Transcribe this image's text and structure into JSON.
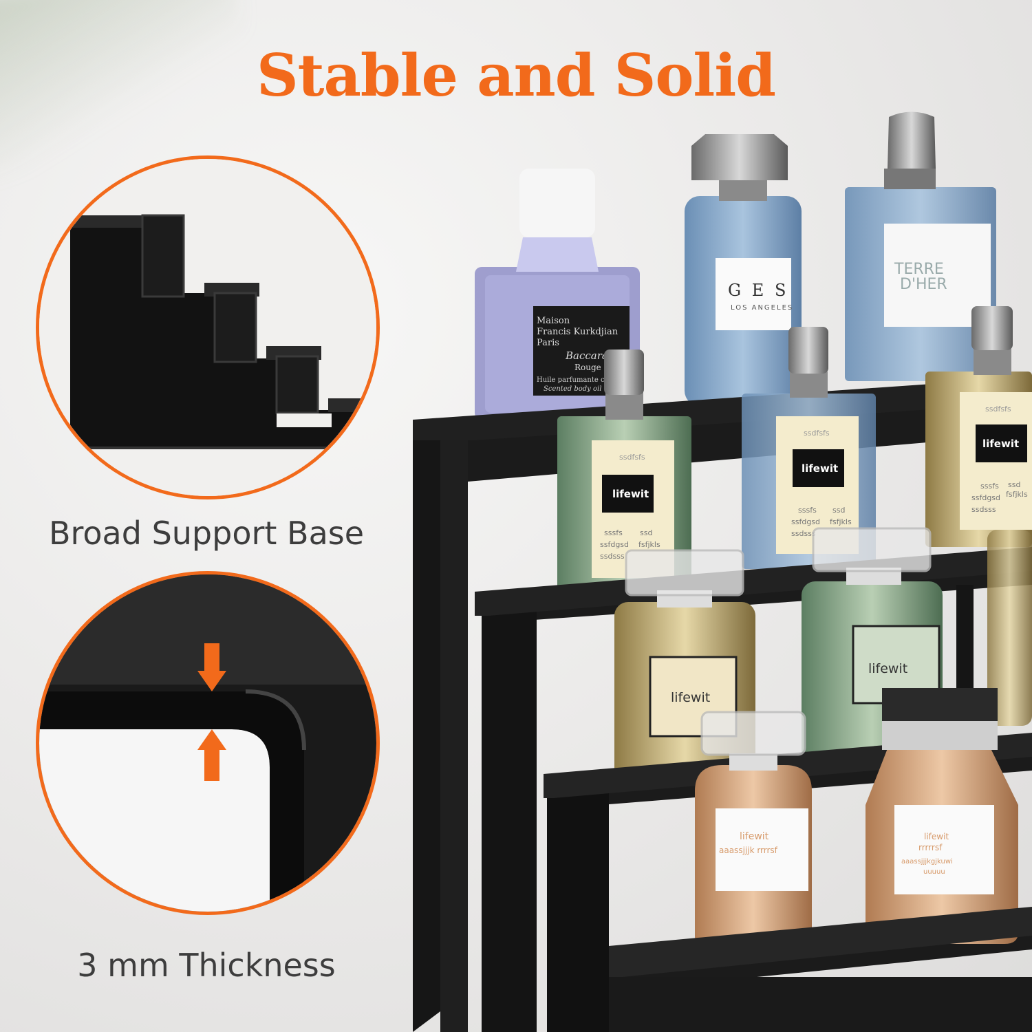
{
  "headline": "Stable and Solid",
  "colors": {
    "accent": "#f26a1b",
    "rack": "#151515",
    "background": "#ecebea"
  },
  "callouts": [
    {
      "caption": "Broad Support Base",
      "icon": "stepped-rack-closeup"
    },
    {
      "caption": "3 mm Thickness",
      "icon": "edge-thickness-closeup-arrows"
    }
  ],
  "bottles": [
    {
      "lines": [
        "Maison",
        "Francis Kurkdjian",
        "Paris",
        "Baccarat",
        "Rouge",
        "Huile parfumante cor",
        "Scented body oil"
      ]
    },
    {
      "lines": [
        "G E S",
        "LOS ANGELES"
      ]
    },
    {
      "lines": [
        "TERRE",
        "D'HER"
      ]
    },
    {
      "lines": [
        "ssdfsfs",
        "lifewit",
        "sssfs",
        "ssd",
        "ssfdgsd",
        "fsfjkls",
        "ssdsss"
      ]
    },
    {
      "lines": [
        "ssdfsfs",
        "lifewit",
        "sssfs",
        "ssd",
        "ssfdgsd",
        "fsfjkls",
        "ssdsss"
      ]
    },
    {
      "lines": [
        "ssdfsfs",
        "lifewit",
        "sssfs",
        "ssd",
        "ssfdgsd",
        "fsfjkls",
        "ssdsss"
      ]
    },
    {
      "lines": [
        "lifewit"
      ]
    },
    {
      "lines": [
        "lifewit"
      ]
    },
    {
      "lines": [
        "lifewit",
        "aaassjjjk rrrrsf"
      ]
    },
    {
      "lines": [
        "lifewit",
        "rrrrrsf",
        "aaassjjjkgjkuwi",
        "uuuuu"
      ]
    }
  ]
}
